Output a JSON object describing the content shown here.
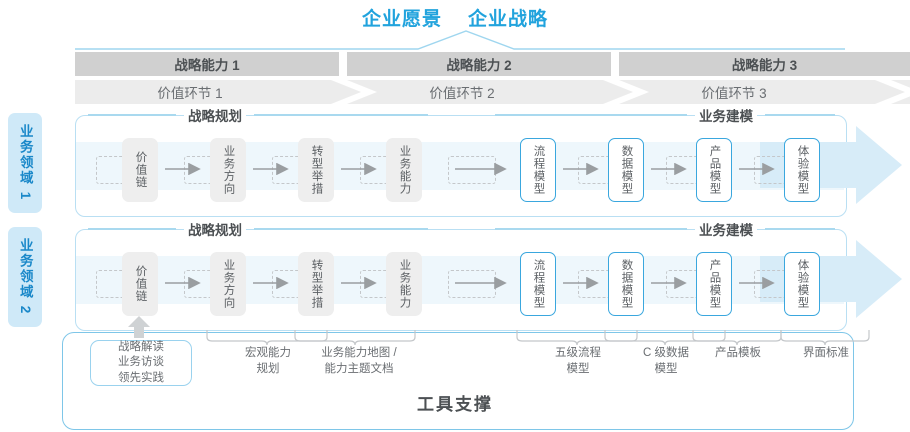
{
  "top": {
    "vision_label": "企业愿景",
    "strategy_label": "企业战略",
    "connector_icon": "chevron-up-connector"
  },
  "capabilities": [
    {
      "label": "战略能力 1"
    },
    {
      "label": "战略能力 2"
    },
    {
      "label": "战略能力 3"
    }
  ],
  "value_chain": [
    {
      "label": "价值环节 1"
    },
    {
      "label": "价值环节 2"
    },
    {
      "label": "价值环节 3"
    }
  ],
  "domains": [
    {
      "label": "业务领域 1"
    },
    {
      "label": "业务领域 2"
    }
  ],
  "sections": {
    "planning": "战略规划",
    "modeling": "业务建模"
  },
  "nodes": {
    "planning": [
      {
        "label": "价值链",
        "style": "gray"
      },
      {
        "label": "业务方向",
        "style": "gray"
      },
      {
        "label": "转型举措",
        "style": "gray"
      },
      {
        "label": "业务能力",
        "style": "gray"
      }
    ],
    "modeling": [
      {
        "label": "流程模型",
        "style": "blue"
      },
      {
        "label": "数据模型",
        "style": "blue"
      },
      {
        "label": "产品模型",
        "style": "blue"
      },
      {
        "label": "体验模型",
        "style": "blue"
      }
    ]
  },
  "annotations": [
    {
      "label": "战略解读\n业务访谈\n领先实践",
      "boxed": true
    },
    {
      "label": "宏观能力\n规划",
      "boxed": false
    },
    {
      "label": "业务能力地图 /\n能力主题文档",
      "boxed": false
    },
    {
      "label": "五级流程\n模型",
      "boxed": false
    },
    {
      "label": "C 级数据\n模型",
      "boxed": false
    },
    {
      "label": "产品模板",
      "boxed": false
    },
    {
      "label": "界面标准",
      "boxed": false
    }
  ],
  "tool_support": {
    "title": "工具支撑"
  },
  "colors": {
    "accent_blue": "#21a3dd",
    "node_blue_border": "#3aa7de",
    "band_blue": "#eef7fc",
    "tab_blue": "#cfe9f8",
    "cap_bar_gray": "#d0d0d0",
    "vc_bar_gray": "#ececec",
    "text_gray": "#5b5f63"
  }
}
